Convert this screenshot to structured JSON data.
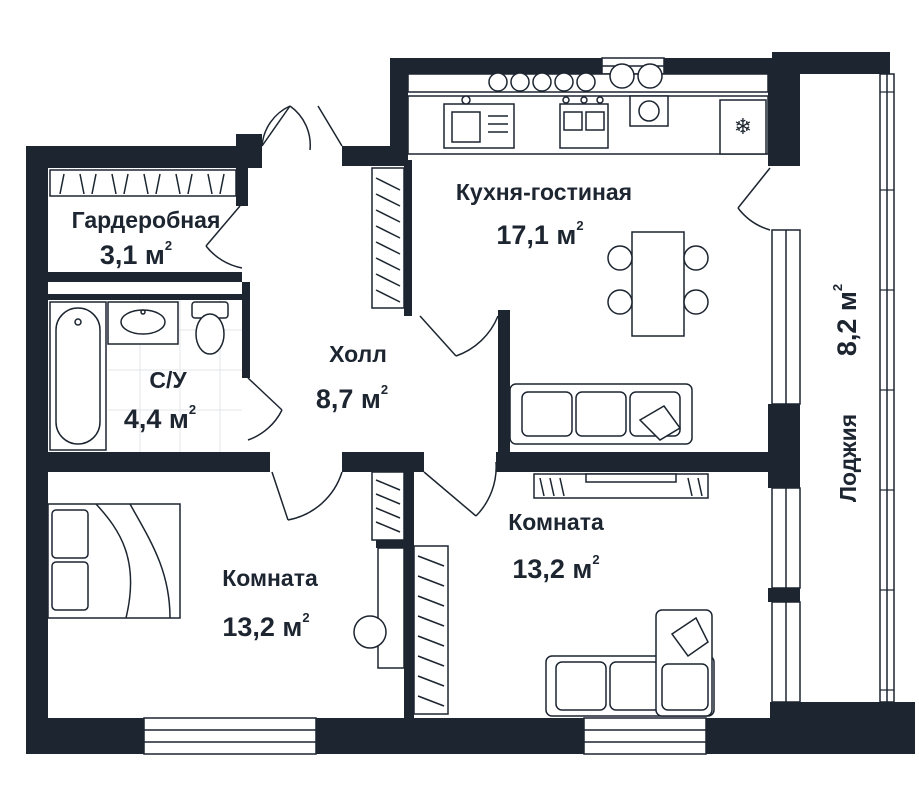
{
  "plan": {
    "colors": {
      "wall": "#1c2530",
      "furniture_stroke": "#1c2530",
      "furniture_fill": "#ffffff",
      "tile_line": "#e3e6ea",
      "background": "#ffffff"
    },
    "rooms": [
      {
        "name": "Гардеробная",
        "area": "3,1 м",
        "unit_sup": "2"
      },
      {
        "name": "С/У",
        "area": "4,4 м",
        "unit_sup": "2"
      },
      {
        "name": "Холл",
        "area": "8,7 м",
        "unit_sup": "2"
      },
      {
        "name": "Кухня-гостиная",
        "area": "17,1 м",
        "unit_sup": "2"
      },
      {
        "name": "Комната",
        "area": "13,2 м",
        "unit_sup": "2"
      },
      {
        "name": "Комната",
        "area": "13,2 м",
        "unit_sup": "2"
      },
      {
        "name": "Лоджия",
        "area": "8,2 м",
        "unit_sup": "2"
      }
    ],
    "icons": {
      "fridge": "snowflake-icon"
    }
  }
}
